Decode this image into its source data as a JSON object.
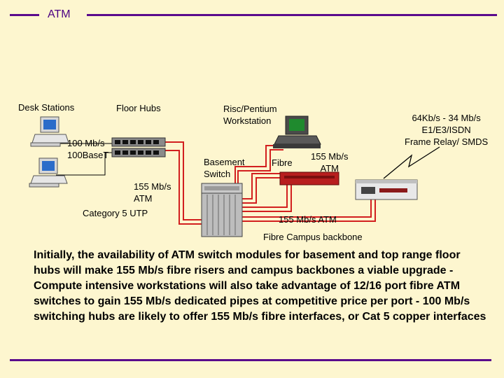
{
  "title": "ATM",
  "labels": {
    "desk_stations": "Desk Stations",
    "floor_hubs": "Floor  Hubs",
    "hub_speed_1": "100 Mb/s",
    "hub_speed_2": "100BaseT",
    "risc_1": "Risc/Pentium",
    "risc_2": "Workstation",
    "basement_1": "Basement",
    "basement_2": "Switch",
    "fibre": "Fibre",
    "ws_atm_1": "155 Mb/s",
    "ws_atm_2": "ATM",
    "wan_1": "64Kb/s - 34 Mb/s",
    "wan_2": "E1/E3/ISDN",
    "wan_3": "Frame Relay/ SMDS",
    "riser_1": "155 Mb/s",
    "riser_2": "ATM",
    "cat5": "Category 5 UTP",
    "backbone_speed": "155 Mb/s ATM",
    "backbone": "Fibre Campus backbone"
  },
  "body_text": "Initially, the availability of ATM switch modules for basement and top range floor hubs will make 155 Mb/s fibre risers and campus backbones a viable upgrade - Compute intensive workstations will also take advantage of 12/16 port fibre ATM switches to gain 155 Mb/s dedicated pipes at competitive price per port - 100 Mb/s switching hubs are likely to offer 155 Mb/s fibre interfaces, or Cat 5 copper interfaces",
  "colors": {
    "accent_bar": "#5a0a8c",
    "fibre_link": "#d21f1f",
    "background": "#fdf6cf"
  }
}
